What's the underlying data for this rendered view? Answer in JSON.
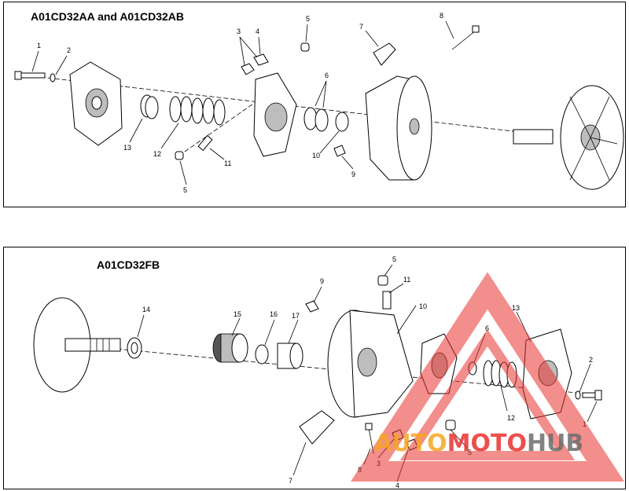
{
  "panels": {
    "top": {
      "title": "A01CD32AA and A01CD32AB",
      "labels": [
        "1",
        "2",
        "3",
        "4",
        "5",
        "6",
        "7",
        "8",
        "13",
        "12",
        "11",
        "5",
        "10",
        "9"
      ]
    },
    "bottom": {
      "title": "A01CD32FB",
      "labels": [
        "5",
        "11",
        "10",
        "9",
        "14",
        "15",
        "16",
        "17",
        "13",
        "6",
        "2",
        "12",
        "1",
        "8",
        "3",
        "4",
        "7",
        "5"
      ]
    }
  },
  "watermark": {
    "part1": "AUTO",
    "part2": "MOTO",
    "part3": "HUB",
    "color_orange": "#f5a623",
    "color_red": "#e8322e",
    "color_grey": "#6d6d6d"
  }
}
